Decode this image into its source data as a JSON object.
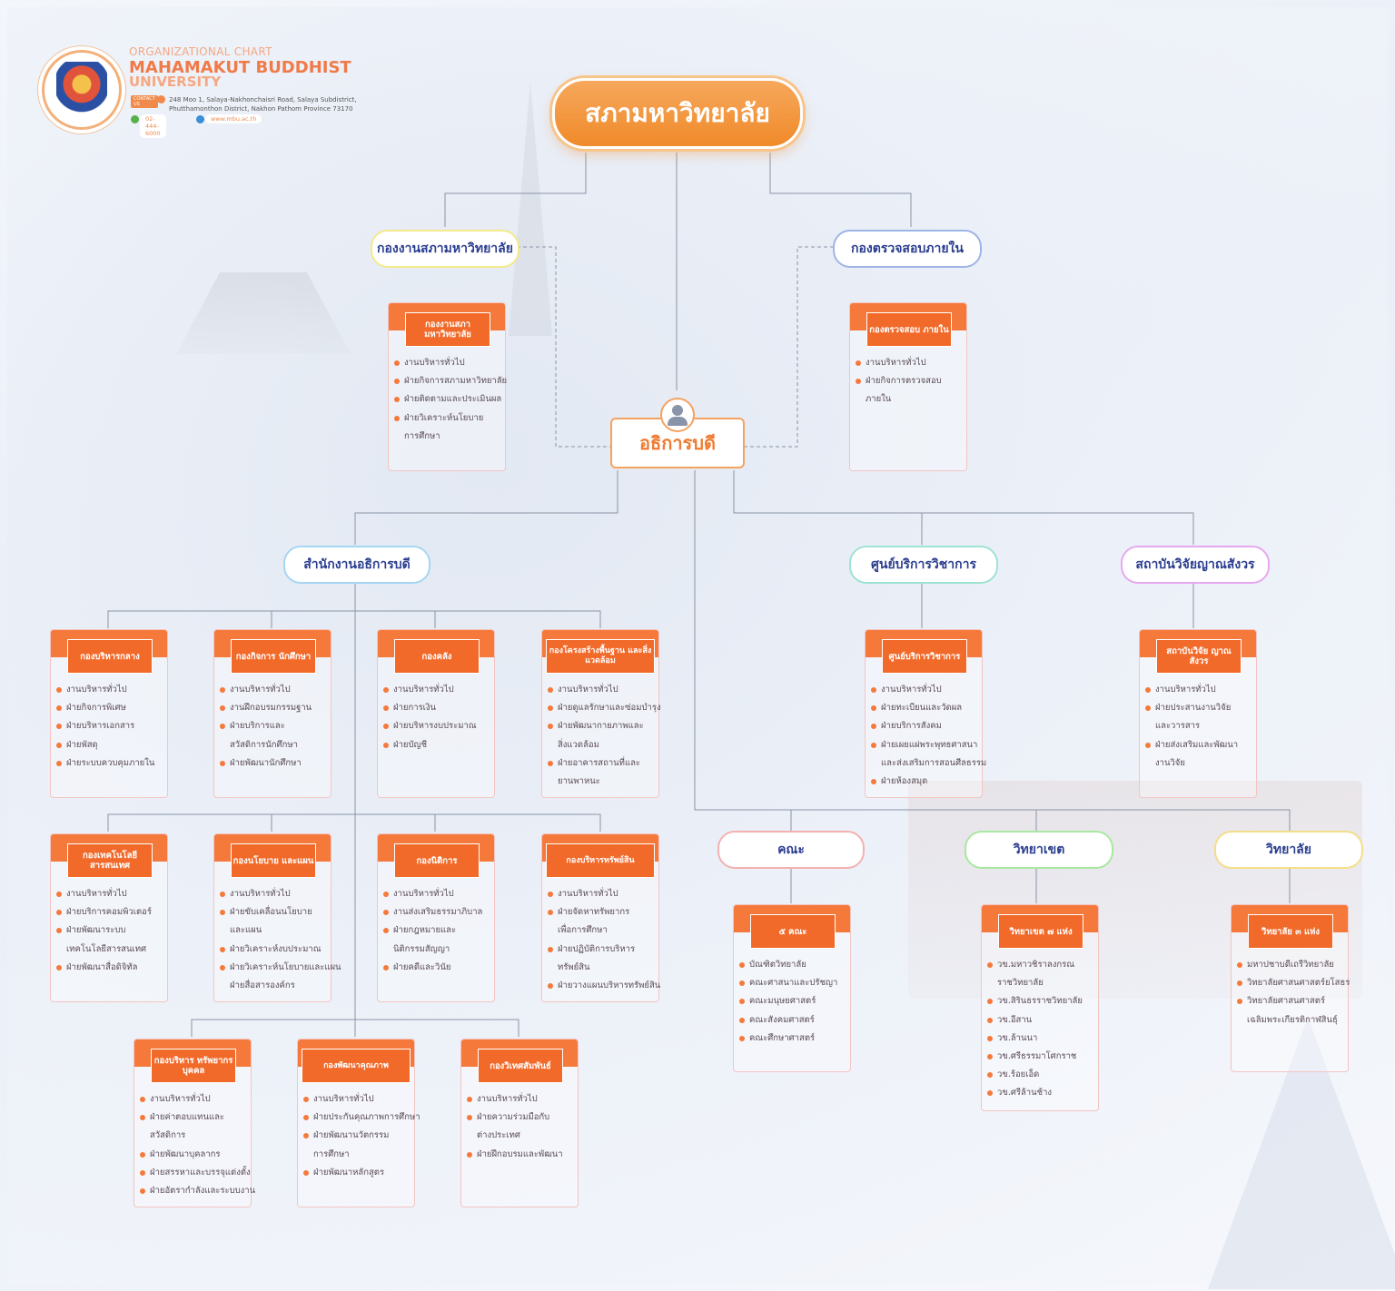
{
  "header": {
    "subtitle": "ORGANIZATIONAL CHART",
    "title_line1": "MAHAMAKUT BUDDHIST",
    "title_line2": "UNIVERSITY",
    "contact_label": "CONTACT US",
    "address": "248 Moo 1, Salaya-Nakhonchaisri Road, Salaya Subdistrict, Phutthamonthon District, Nakhon Pathom Province 73170",
    "phone": "02-444-6000",
    "website": "www.mbu.ac.th"
  },
  "colors": {
    "accent": "#f5793b",
    "top_node": "#f08a2a",
    "pill_text": "#2a3d8f",
    "line": "#8a94a6"
  },
  "nodes": {
    "top": "สภามหาวิทยาลัย",
    "council_office": "กองงานสภามหาวิทยาลัย",
    "internal_audit": "กองตรวจสอบภายใน",
    "president": "อธิการบดี",
    "president_office": "สำนักงานอธิการบดี",
    "academic_center": "ศูนย์บริการวิชาการ",
    "research_institute": "สถาบันวิจัยญาณสังวร",
    "faculty": "คณะ",
    "campus": "วิทยาเขต",
    "college": "วิทยาลัย"
  },
  "cards": {
    "council": {
      "title": "กองงานสภา มหาวิทยาลัย",
      "items": [
        "งานบริหารทั่วไป",
        "ฝ่ายกิจการสภามหาวิทยาลัย",
        "ฝ่ายติดตามและประเมินผล",
        "ฝ่ายวิเคราะห์นโยบาย"
      ],
      "cont": "การศึกษา"
    },
    "audit": {
      "title": "กองตรวจสอบ ภายใน",
      "items": [
        "งานบริหารทั่วไป",
        "ฝ่ายกิจการตรวจสอบ"
      ],
      "cont": "ภายใน"
    },
    "central": {
      "title": "กองบริหารกลาง",
      "items": [
        "งานบริหารทั่วไป",
        "ฝ่ายกิจการพิเศษ",
        "ฝ่ายบริหารเอกสาร",
        "ฝ่ายพัสดุ",
        "ฝ่ายระบบควบคุมภายใน"
      ]
    },
    "student": {
      "title": "กองกิจการ นักศึกษา",
      "items": [
        "งานบริหารทั่วไป",
        "งานฝึกอบรมกรรมฐาน",
        "ฝ่ายบริการและ",
        "สวัสดิการนักศึกษา",
        "ฝ่ายพัฒนานักศึกษา"
      ]
    },
    "finance": {
      "title": "กองคลัง",
      "items": [
        "งานบริหารทั่วไป",
        "ฝ่ายการเงิน",
        "ฝ่ายบริหารงบประมาณ",
        "ฝ่ายบัญชี"
      ]
    },
    "infra": {
      "title": "กองโครงสร้างพื้นฐาน และสิ่งแวดล้อม",
      "items": [
        "งานบริหารทั่วไป",
        "ฝ่ายดูแลรักษาและซ่อมบำรุง",
        "ฝ่ายพัฒนากายภาพและ",
        "สิ่งแวดล้อม",
        "ฝ่ายอาคารสถานที่และ",
        "ยานพาหนะ"
      ]
    },
    "it": {
      "title": "กองเทคโนโลยี สารสนเทศ",
      "items": [
        "งานบริหารทั่วไป",
        "ฝ่ายบริการคอมพิวเตอร์",
        "ฝ่ายพัฒนาระบบ",
        "เทคโนโลยีสารสนเทศ",
        "ฝ่ายพัฒนาสื่อดิจิทัล"
      ]
    },
    "policy": {
      "title": "กองนโยบาย และแผน",
      "items": [
        "งานบริหารทั่วไป",
        "ฝ่ายขับเคลื่อนนโยบาย",
        "และแผน",
        "ฝ่ายวิเคราะห์งบประมาณ",
        "ฝ่ายวิเคราะห์นโยบายและแผน",
        "ฝ่ายสื่อสารองค์กร"
      ]
    },
    "legal": {
      "title": "กองนิติการ",
      "items": [
        "งานบริหารทั่วไป",
        "งานส่งเสริมธรรมาภิบาล",
        "ฝ่ายกฎหมายและ",
        "นิติกรรมสัญญา",
        "ฝ่ายคดีและวินัย"
      ]
    },
    "assets": {
      "title": "กองบริหารทรัพย์สิน",
      "items": [
        "งานบริหารทั่วไป",
        "ฝ่ายจัดหาทรัพยากร",
        "เพื่อการศึกษา",
        "ฝ่ายปฏิบัติการบริหาร",
        "ทรัพย์สิน",
        "ฝ่ายวางแผนบริหารทรัพย์สิน"
      ]
    },
    "hr": {
      "title": "กองบริหาร ทรัพยากรบุคคล",
      "items": [
        "งานบริหารทั่วไป",
        "ฝ่ายค่าตอบแทนและ",
        "สวัสดิการ",
        "ฝ่ายพัฒนาบุคลากร",
        "ฝ่ายสรรหาและบรรจุแต่งตั้ง",
        "ฝ่ายอัตรากำลังและระบบงาน"
      ]
    },
    "quality": {
      "title": "กองพัฒนาคุณภาพ",
      "items": [
        "งานบริหารทั่วไป",
        "ฝ่ายประกันคุณภาพการศึกษา",
        "ฝ่ายพัฒนานวัตกรรม",
        "การศึกษา",
        "ฝ่ายพัฒนาหลักสูตร"
      ]
    },
    "foreign": {
      "title": "กองวิเทศสัมพันธ์",
      "items": [
        "งานบริหารทั่วไป",
        "ฝ่ายความร่วมมือกับ",
        "ต่างประเทศ",
        "ฝ่ายฝึกอบรมและพัฒนา"
      ]
    },
    "academic": {
      "title": "ศูนย์บริการวิชาการ",
      "items": [
        "งานบริหารทั่วไป",
        "ฝ่ายทะเบียนและวัดผล",
        "ฝ่ายบริการสังคม",
        "ฝ่ายเผยแผ่พระพุทธศาสนา",
        "และส่งเสริมการสอนศีลธรรม",
        "ฝ่ายห้องสมุด"
      ]
    },
    "research": {
      "title": "สถาบันวิจัย ญาณสังวร",
      "items": [
        "งานบริหารทั่วไป",
        "ฝ่ายประสานงานวิจัย",
        "และวารสาร",
        "ฝ่ายส่งเสริมและพัฒนา",
        "งานวิจัย"
      ]
    },
    "faculties": {
      "title": "๕ คณะ",
      "items": [
        "บัณฑิตวิทยาลัย",
        "คณะศาสนาและปรัชญา",
        "คณะมนุษยศาสตร์",
        "คณะสังคมศาสตร์",
        "คณะศึกษาศาสตร์"
      ]
    },
    "campuses": {
      "title": "วิทยาเขต ๗ แห่ง",
      "items": [
        "วข.มหาวชิราลงกรณ",
        "ราชวิทยาลัย",
        "วข.สิรินธรราชวิทยาลัย",
        "วข.อีสาน",
        "วข.ล้านนา",
        "วข.ศรีธรรมาโศกราช",
        "วข.ร้อยเอ็ด",
        "วข.ศรีล้านช้าง"
      ]
    },
    "colleges": {
      "title": "วิทยาลัย ๓ แห่ง",
      "items": [
        "มหาปชาบดีเถรีวิทยาลัย",
        "วิทยาลัยศาสนศาสตร์ยโสธร",
        "วิทยาลัยศาสนศาสตร์",
        "เฉลิมพระเกียรติกาฬสินธุ์"
      ]
    }
  }
}
